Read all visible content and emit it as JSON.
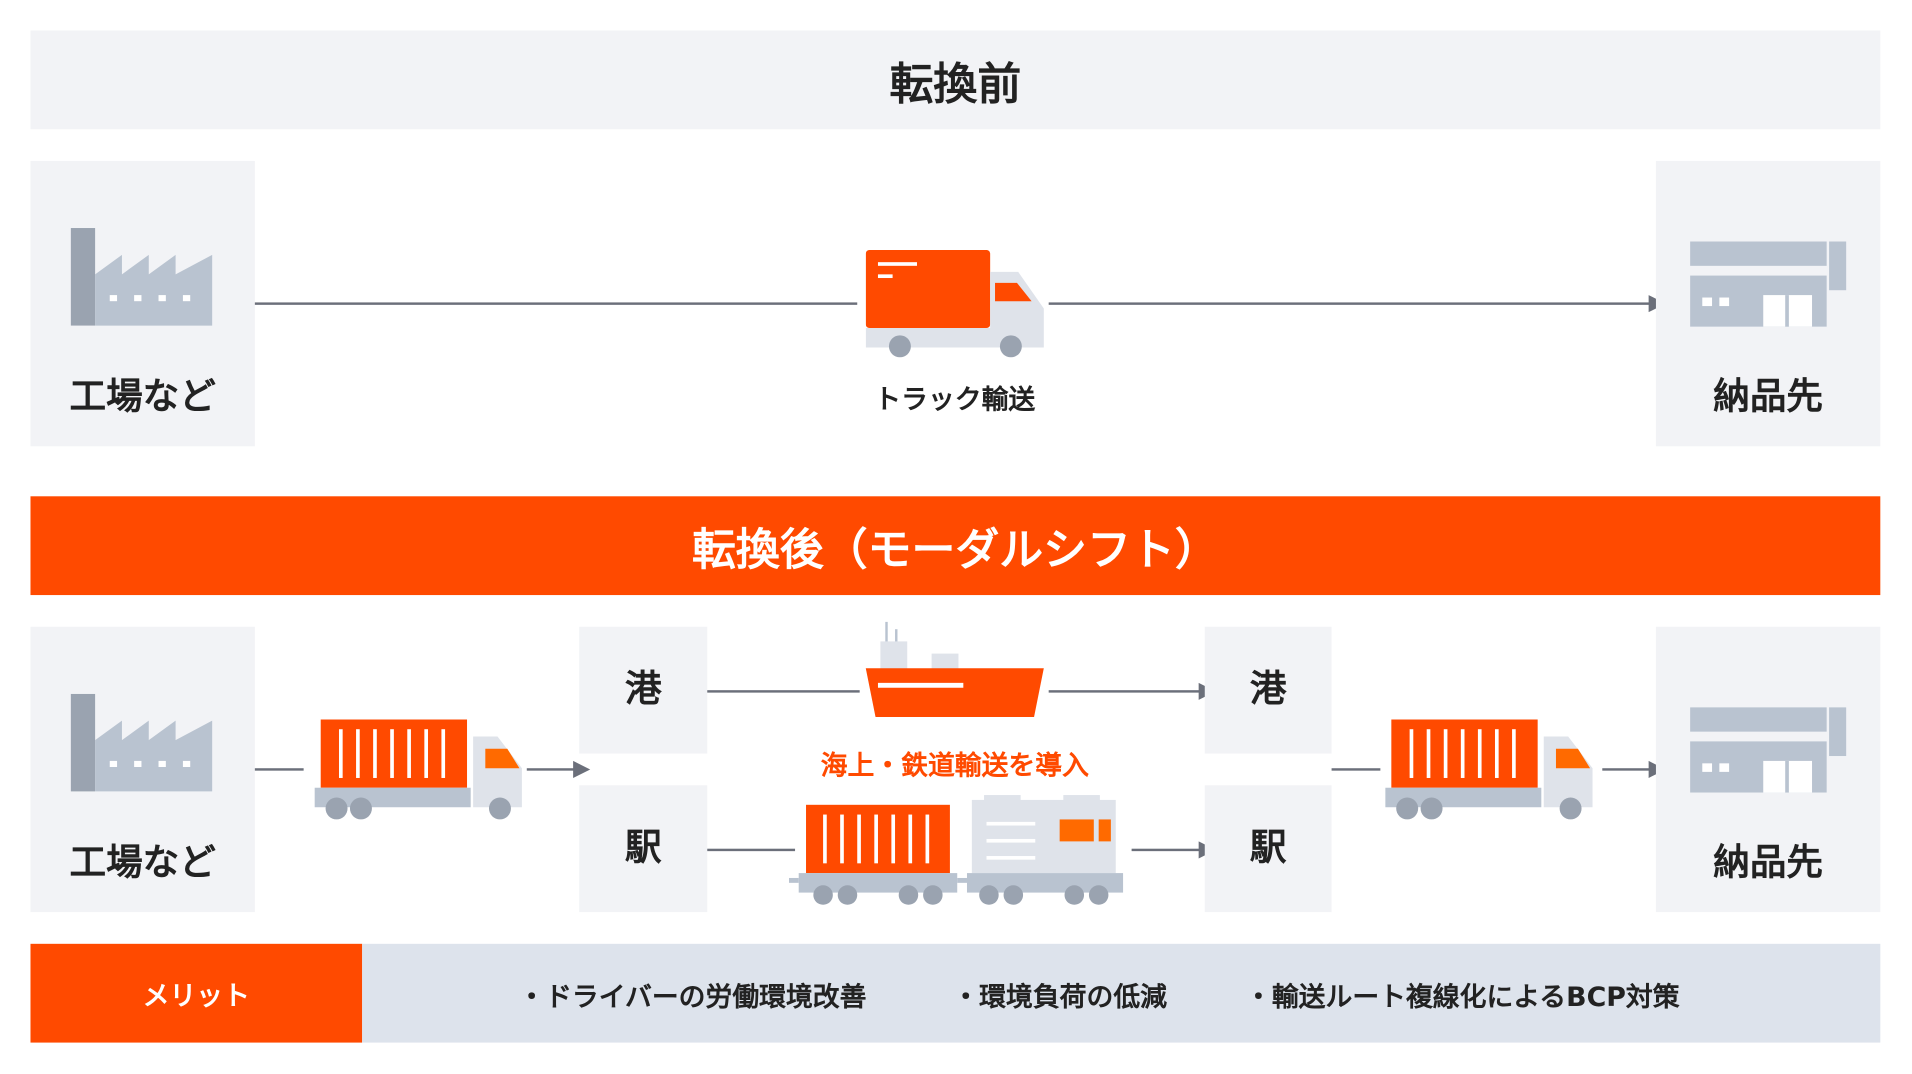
{
  "before": {
    "title": "転換前",
    "origin": "工場など",
    "transport": "トラック輸送",
    "destination": "納品先"
  },
  "after": {
    "title": "転換後（モーダルシフト）",
    "origin": "工場など",
    "port": "港",
    "station": "駅",
    "port2": "港",
    "station2": "駅",
    "note": "海上・鉄道輸送を導入",
    "destination": "納品先"
  },
  "merits": {
    "label": "メリット",
    "items": [
      "・ドライバーの労働環境改善",
      "・環境負荷の低減",
      "・輸送ルート複線化によるBCP対策"
    ]
  },
  "colors": {
    "accent": "#ff4a00",
    "panel": "#f2f3f6",
    "meritBg": "#dde3ec",
    "icon": "#b9c3d0"
  }
}
